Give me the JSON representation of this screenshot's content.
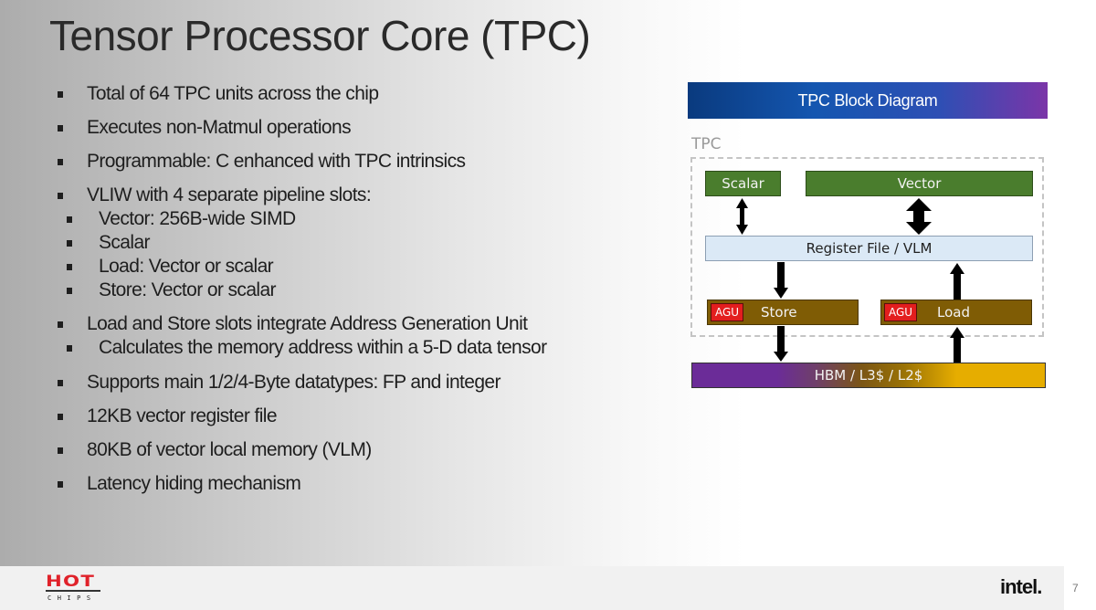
{
  "title": "Tensor Processor Core (TPC)",
  "bullets": [
    {
      "text": "Total of 64 TPC units across the chip",
      "sub": []
    },
    {
      "text": "Executes non-Matmul operations",
      "sub": []
    },
    {
      "text": "Programmable: C enhanced with TPC intrinsics",
      "sub": []
    },
    {
      "text": "VLIW with 4 separate pipeline slots:",
      "sub": [
        "Vector: 256B-wide SIMD",
        "Scalar",
        "Load: Vector or scalar",
        "Store: Vector or scalar"
      ]
    },
    {
      "text": "Load and Store slots integrate Address Generation Unit",
      "sub": [
        "Calculates the memory address within a 5-D data tensor"
      ]
    },
    {
      "text": "Supports main 1/2/4-Byte datatypes: FP and integer",
      "sub": []
    },
    {
      "text": "12KB vector register file",
      "sub": []
    },
    {
      "text": "80KB of vector local memory (VLM)",
      "sub": []
    },
    {
      "text": "Latency hiding mechanism",
      "sub": []
    }
  ],
  "diagram": {
    "header": "TPC Block Diagram",
    "container_label": "TPC",
    "blocks": {
      "scalar": "Scalar",
      "vector": "Vector",
      "register_file": "Register File / VLM",
      "store": "Store",
      "load": "Load",
      "agu": "AGU",
      "memory": "HBM / L3$ / L2$"
    },
    "colors": {
      "compute_green": "#4a7d2d",
      "regfile_blue": "#dbe9f6",
      "ldst_brown": "#7f5c05",
      "agu_red": "#e31e1e",
      "memory_purple": "#6b2c98",
      "memory_gold": "#e6ad00"
    }
  },
  "footer": {
    "conference_logo_top": "HOT",
    "conference_logo_bottom": "CHIPS",
    "brand_logo": "intel.",
    "page_number": "7"
  }
}
